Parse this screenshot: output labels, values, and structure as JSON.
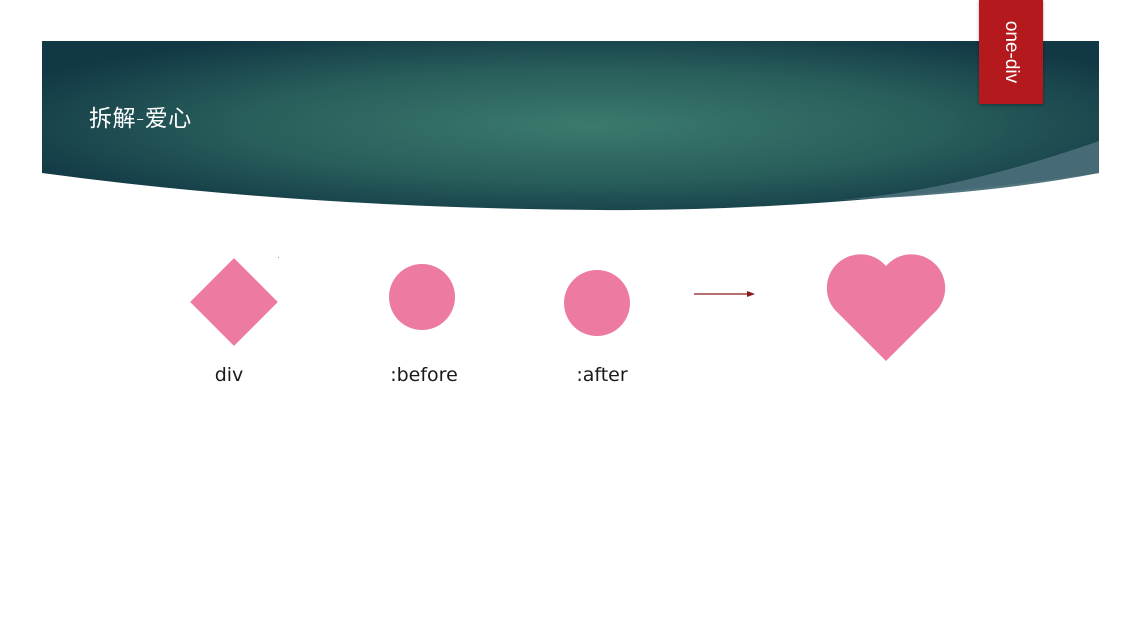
{
  "header": {
    "title": "拆解-爱心",
    "tag": "one-div"
  },
  "labels": {
    "div": "div",
    "before": ":before",
    "after": ":after"
  },
  "colors": {
    "banner_dark": "#123845",
    "banner_light": "#3a7a6c",
    "tag_red": "#b3191d",
    "shape_pink": "#ed7aa1",
    "arrow_red": "#8b1a1a"
  },
  "icons": {
    "arrow": "right-arrow-icon",
    "heart": "heart-icon"
  }
}
